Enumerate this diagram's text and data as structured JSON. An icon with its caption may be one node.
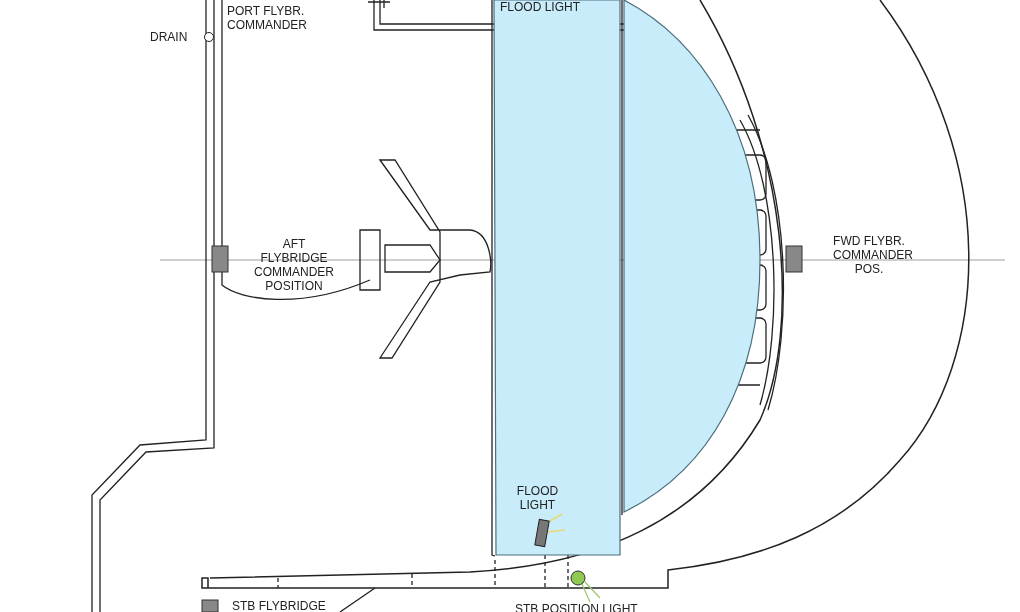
{
  "diagram": {
    "labels": [
      "PORT FLYBR. COMMANDER",
      "FLOOD LIGHT",
      "DRAIN",
      "AFT FLYBRIDGE COMMANDER POSITION",
      "FWD FLYBR. COMMANDER POS.",
      "FLOOD LIGHT",
      "STB FLYBRIDGE",
      "STB POSITION LIGHT"
    ]
  }
}
